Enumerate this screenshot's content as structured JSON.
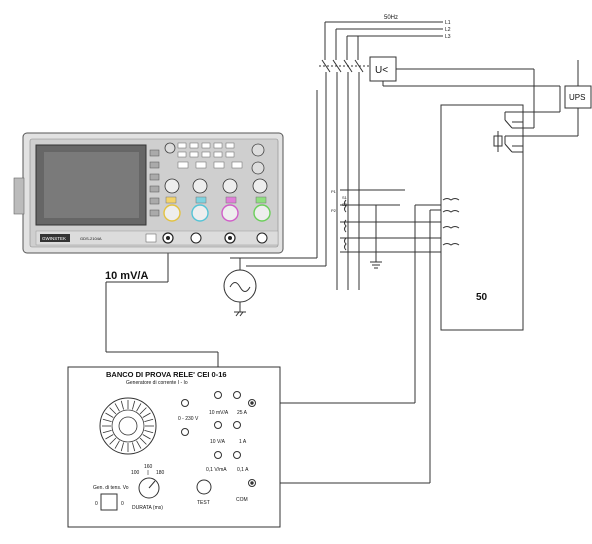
{
  "supply": {
    "frequency": "50Hz",
    "phases": [
      "L1",
      "L2",
      "L3"
    ]
  },
  "relay": {
    "label": "U<"
  },
  "ups": {
    "label": "UPS"
  },
  "protection_panel": {
    "label": "50"
  },
  "ct": {
    "p1": "P1",
    "p2": "P2",
    "s1": "S1",
    "s2": "S2"
  },
  "probe": {
    "label": "10 mV/A"
  },
  "oscilloscope": {
    "brand": "GWINSTEK",
    "model": "GDS-2104A"
  },
  "test_bench": {
    "title": "BANCO DI PROVA RELE' CEI 0-16",
    "subtitle": "Generatore di corrente I - Io",
    "terminals": {
      "v0_230": "0 - 230 V",
      "mv_a": "10 mV/A",
      "a25": "25 A",
      "v_a": "10 V/A",
      "a1": "1 A",
      "v_ma": "0,1 V/mA",
      "a01": "0,1 A",
      "com": "COM",
      "test": "TEST"
    },
    "timer": {
      "gen_label": "Gen. di tens. Vo",
      "durata_label": "DURATA (ms)",
      "scale": [
        "100",
        "160",
        "180"
      ],
      "switch_left": "0",
      "switch_right": "0"
    }
  },
  "colors": {
    "line": "#333333",
    "scope_body": "#d8d8d8",
    "scope_screen": "#6a6a6a",
    "scope_panel": "#c4c4c4"
  }
}
